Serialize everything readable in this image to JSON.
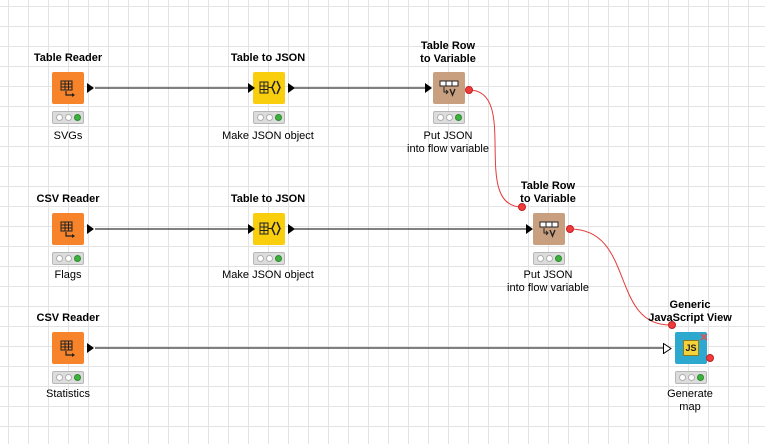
{
  "workflow": {
    "nodes": [
      {
        "id": "table-reader",
        "title": "Table Reader",
        "label": "SVGs",
        "icon": "table-reader-icon",
        "color": "#f7842b"
      },
      {
        "id": "table-to-json-1",
        "title": "Table to JSON",
        "label": "Make JSON object",
        "icon": "table-to-json-icon",
        "color": "#f9cf0d"
      },
      {
        "id": "table-row-to-variable-1",
        "title_line1": "Table Row",
        "title_line2": "to Variable",
        "label_line1": "Put JSON",
        "label_line2": "into flow variable",
        "icon": "row-to-variable-icon",
        "color": "#c9a07f"
      },
      {
        "id": "csv-reader-flags",
        "title": "CSV Reader",
        "label": "Flags",
        "icon": "csv-reader-icon",
        "color": "#f7842b"
      },
      {
        "id": "table-to-json-2",
        "title": "Table to JSON",
        "label": "Make JSON object",
        "icon": "table-to-json-icon",
        "color": "#f9cf0d"
      },
      {
        "id": "table-row-to-variable-2",
        "title_line1": "Table Row",
        "title_line2": "to Variable",
        "label_line1": "Put JSON",
        "label_line2": "into flow variable",
        "icon": "row-to-variable-icon",
        "color": "#c9a07f"
      },
      {
        "id": "csv-reader-statistics",
        "title": "CSV Reader",
        "label": "Statistics",
        "icon": "csv-reader-icon",
        "color": "#f7842b"
      },
      {
        "id": "generic-javascript-view",
        "title_line1": "Generic",
        "title_line2": "JavaScript View",
        "label_line1": "Generate",
        "label_line2": "map",
        "icon": "javascript-view-icon",
        "icon_text": "JS",
        "color": "#2da8cf"
      }
    ],
    "status_light_colors": {
      "inactive": "#ffffff",
      "executed": "#3db23d"
    },
    "wire_colors": {
      "data": "#000000",
      "flow_variable": "#e63c3c"
    }
  }
}
